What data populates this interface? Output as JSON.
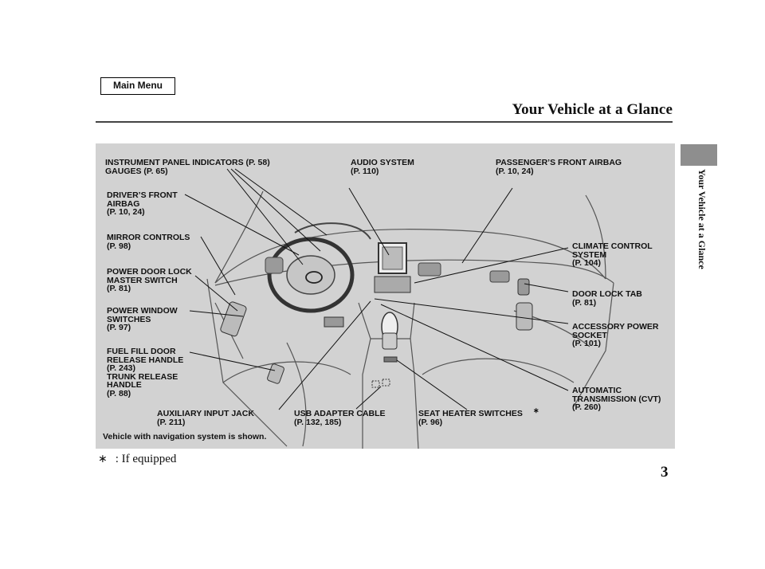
{
  "nav": {
    "main_menu": "Main Menu"
  },
  "header": {
    "title": "Your Vehicle at a Glance"
  },
  "side_tab": {
    "text": "Your Vehicle at a Glance"
  },
  "labels": {
    "instrument": "INSTRUMENT PANEL INDICATORS (P. 58)\nGAUGES (P. 65)",
    "audio": "AUDIO SYSTEM\n(P. 110)",
    "passenger_airbag": "PASSENGER’S FRONT AIRBAG\n(P. 10, 24)",
    "driver_airbag": "DRIVER’S FRONT\nAIRBAG\n(P. 10, 24)",
    "mirror": "MIRROR CONTROLS\n(P. 98)",
    "climate": "CLIMATE CONTROL\nSYSTEM\n(P. 104)",
    "door_lock_master": "POWER DOOR LOCK\nMASTER SWITCH\n(P. 81)",
    "door_lock_tab": "DOOR LOCK TAB\n(P. 81)",
    "power_window": "POWER WINDOW\nSWITCHES\n(P. 97)",
    "accessory_socket": "ACCESSORY POWER\nSOCKET\n(P. 101)",
    "fuel_trunk": "FUEL FILL DOOR\nRELEASE HANDLE\n(P. 243)\nTRUNK RELEASE\nHANDLE\n(P. 88)",
    "transmission": "AUTOMATIC\nTRANSMISSION (CVT)\n(P. 260)",
    "aux_input": "AUXILIARY INPUT JACK\n(P. 211)",
    "usb": "USB ADAPTER CABLE\n(P. 132, 185)",
    "seat_heater": "SEAT HEATER SWITCHES\n(P. 96)",
    "seat_heater_mark": "∗"
  },
  "caption": "Vehicle with navigation system is shown.",
  "footnote": {
    "symbol": "∗",
    "text": ":  If equipped"
  },
  "page_number": "3"
}
